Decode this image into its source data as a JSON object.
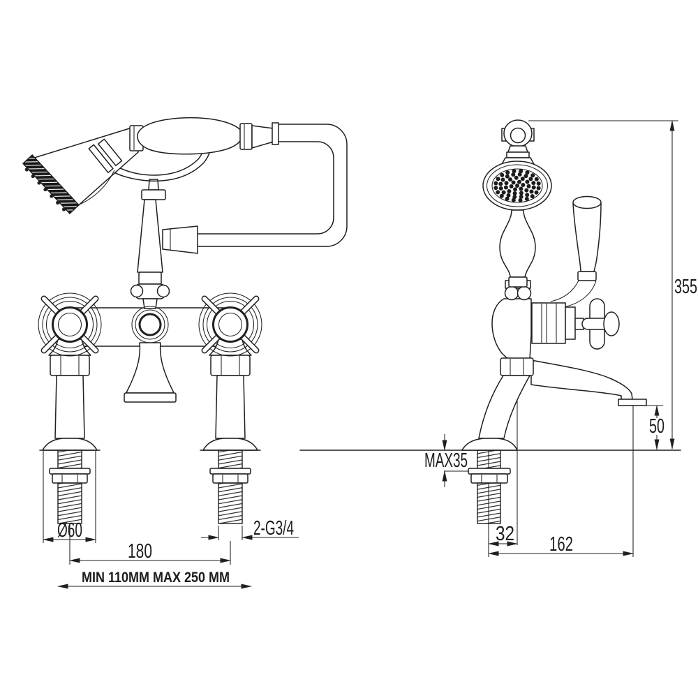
{
  "meta": {
    "background": "#ffffff",
    "ink": "#1f1f1f",
    "drawing_type": "bath-shower-mixer-technical-drawing"
  },
  "front_view": {
    "dims": {
      "flange_diameter": "Ø60",
      "hole_centres": "180",
      "thread_spec": "2-G3/4",
      "adjustable_range": "MIN 110MM  MAX 250 MM"
    }
  },
  "side_view": {
    "dims": {
      "overall_height": "355",
      "spout_to_deck": "50",
      "max_deck_thickness": "MAX35",
      "shank_offset": "32",
      "spout_reach": "162"
    }
  }
}
